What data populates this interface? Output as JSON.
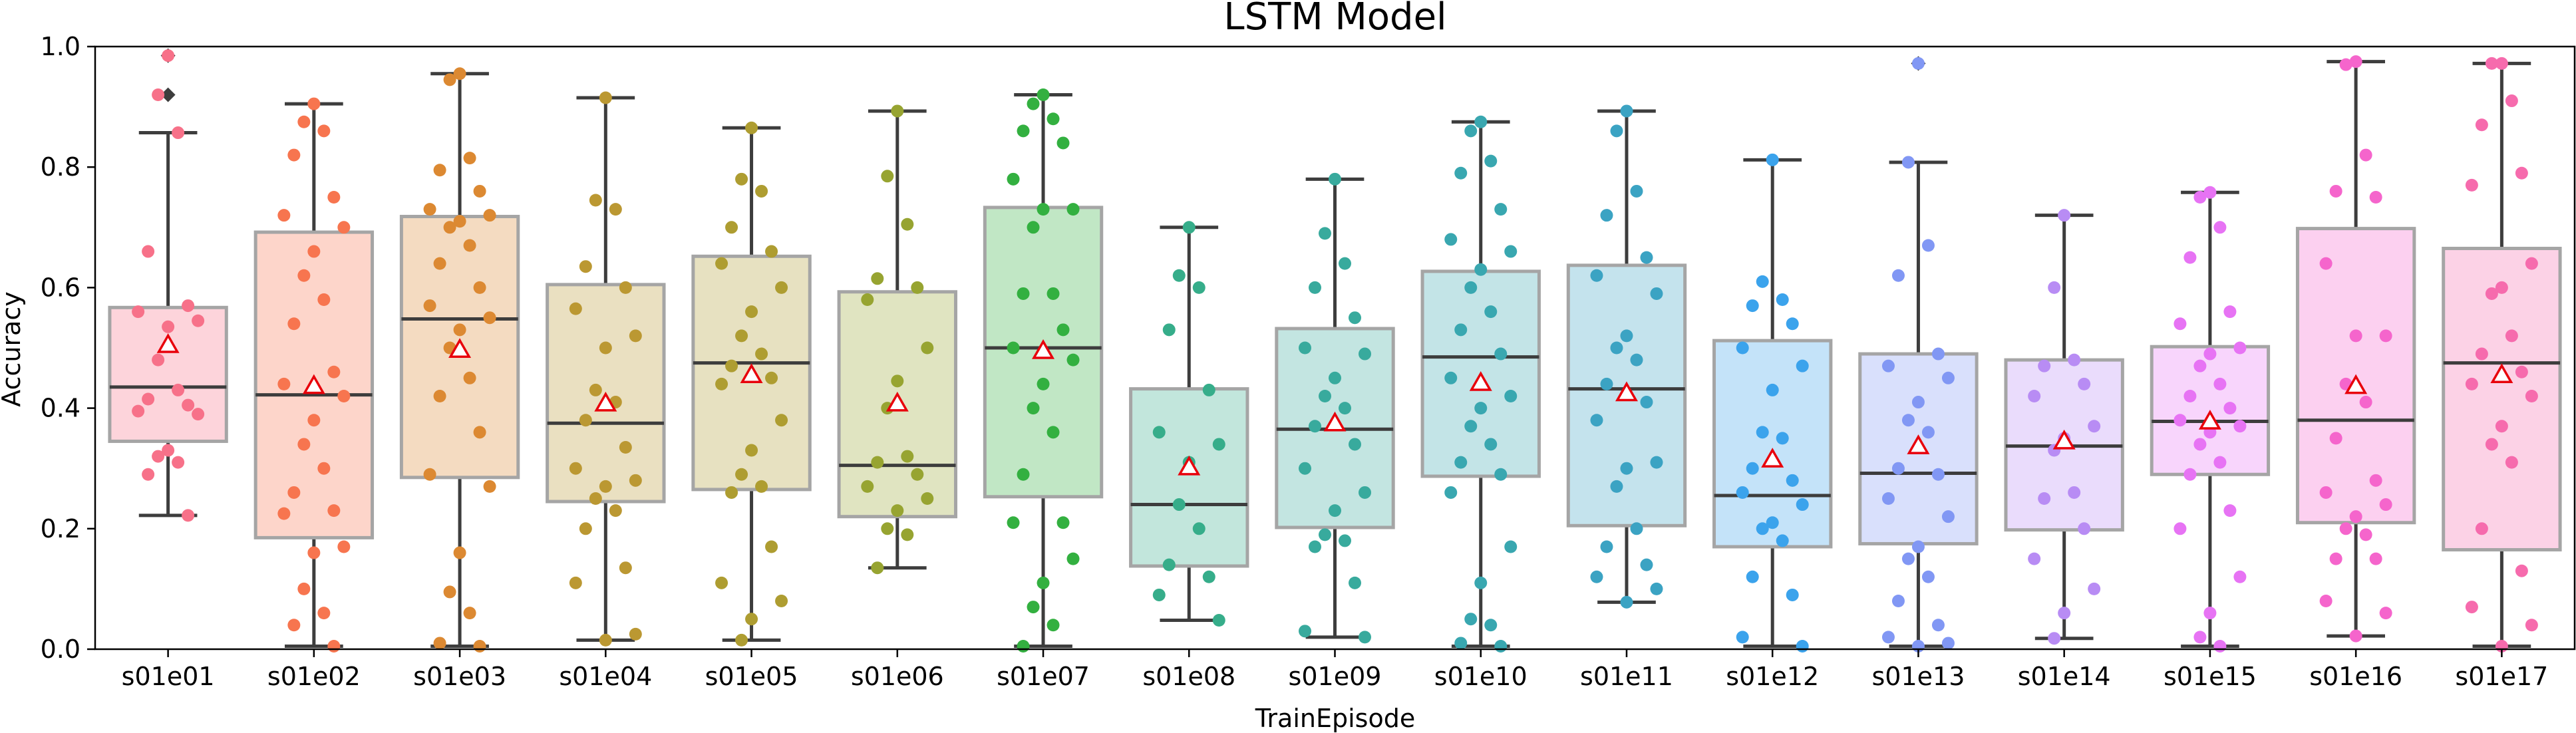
{
  "chart_data": {
    "type": "box",
    "title": "LSTM Model",
    "xlabel": "TrainEpisode",
    "ylabel": "Accuracy",
    "ylim": [
      0,
      1.0
    ],
    "yticks": [
      0.0,
      0.2,
      0.4,
      0.6,
      0.8,
      1.0
    ],
    "ytick_labels": [
      "0.0",
      "0.2",
      "0.4",
      "0.6",
      "0.8",
      "1.0"
    ],
    "grid": false,
    "categories": [
      "s01e01",
      "s01e02",
      "s01e03",
      "s01e04",
      "s01e05",
      "s01e06",
      "s01e07",
      "s01e08",
      "s01e09",
      "s01e10",
      "s01e11",
      "s01e12",
      "s01e13",
      "s01e14",
      "s01e15",
      "s01e16",
      "s01e17"
    ],
    "colors": [
      "#f77189",
      "#f7754f",
      "#dc8932",
      "#bb9832",
      "#ae9d31",
      "#97a431",
      "#33b040",
      "#36ad8a",
      "#38aa9d",
      "#39a7b0",
      "#3ba3c3",
      "#3ba3ec",
      "#8197f4",
      "#b88cf4",
      "#e773f4",
      "#f565cc",
      "#f66bad"
    ],
    "boxes": [
      {
        "q1": 0.345,
        "median": 0.435,
        "q3": 0.567,
        "whisker_low": 0.222,
        "whisker_high": 0.857,
        "mean": 0.505,
        "outliers": [
          0.985,
          0.92
        ],
        "points": [
          0.985,
          0.92,
          0.857,
          0.66,
          0.57,
          0.56,
          0.545,
          0.535,
          0.48,
          0.43,
          0.415,
          0.405,
          0.395,
          0.39,
          0.33,
          0.32,
          0.31,
          0.29,
          0.222
        ]
      },
      {
        "q1": 0.185,
        "median": 0.422,
        "q3": 0.692,
        "whisker_low": 0.005,
        "whisker_high": 0.905,
        "mean": 0.437,
        "outliers": [],
        "points": [
          0.905,
          0.875,
          0.86,
          0.82,
          0.75,
          0.72,
          0.7,
          0.66,
          0.62,
          0.58,
          0.54,
          0.46,
          0.44,
          0.42,
          0.38,
          0.34,
          0.3,
          0.26,
          0.23,
          0.225,
          0.17,
          0.16,
          0.1,
          0.06,
          0.04,
          0.005
        ]
      },
      {
        "q1": 0.285,
        "median": 0.548,
        "q3": 0.718,
        "whisker_low": 0.005,
        "whisker_high": 0.955,
        "mean": 0.497,
        "outliers": [],
        "points": [
          0.955,
          0.945,
          0.815,
          0.795,
          0.76,
          0.73,
          0.72,
          0.71,
          0.7,
          0.67,
          0.64,
          0.6,
          0.57,
          0.55,
          0.53,
          0.5,
          0.45,
          0.42,
          0.36,
          0.29,
          0.27,
          0.16,
          0.095,
          0.06,
          0.01,
          0.005
        ]
      },
      {
        "q1": 0.245,
        "median": 0.375,
        "q3": 0.605,
        "whisker_low": 0.015,
        "whisker_high": 0.915,
        "mean": 0.408,
        "outliers": [],
        "points": [
          0.915,
          0.745,
          0.73,
          0.635,
          0.6,
          0.565,
          0.52,
          0.5,
          0.43,
          0.41,
          0.38,
          0.335,
          0.3,
          0.28,
          0.27,
          0.25,
          0.23,
          0.2,
          0.135,
          0.11,
          0.025,
          0.015
        ]
      },
      {
        "q1": 0.265,
        "median": 0.475,
        "q3": 0.652,
        "whisker_low": 0.015,
        "whisker_high": 0.865,
        "mean": 0.455,
        "outliers": [],
        "points": [
          0.865,
          0.78,
          0.76,
          0.7,
          0.66,
          0.64,
          0.6,
          0.56,
          0.52,
          0.49,
          0.47,
          0.45,
          0.44,
          0.38,
          0.33,
          0.29,
          0.27,
          0.26,
          0.17,
          0.11,
          0.08,
          0.05,
          0.015
        ]
      },
      {
        "q1": 0.22,
        "median": 0.305,
        "q3": 0.593,
        "whisker_low": 0.135,
        "whisker_high": 0.893,
        "mean": 0.408,
        "outliers": [],
        "points": [
          0.893,
          0.785,
          0.705,
          0.615,
          0.6,
          0.58,
          0.5,
          0.445,
          0.4,
          0.32,
          0.31,
          0.29,
          0.27,
          0.25,
          0.23,
          0.2,
          0.19,
          0.135
        ]
      },
      {
        "q1": 0.253,
        "median": 0.5,
        "q3": 0.733,
        "whisker_low": 0.005,
        "whisker_high": 0.92,
        "mean": 0.495,
        "outliers": [],
        "points": [
          0.92,
          0.905,
          0.88,
          0.86,
          0.84,
          0.78,
          0.73,
          0.73,
          0.7,
          0.59,
          0.59,
          0.53,
          0.5,
          0.48,
          0.44,
          0.4,
          0.36,
          0.29,
          0.21,
          0.21,
          0.15,
          0.11,
          0.07,
          0.04,
          0.005
        ]
      },
      {
        "q1": 0.138,
        "median": 0.24,
        "q3": 0.432,
        "whisker_low": 0.048,
        "whisker_high": 0.7,
        "mean": 0.302,
        "outliers": [],
        "points": [
          0.7,
          0.62,
          0.6,
          0.53,
          0.43,
          0.36,
          0.34,
          0.31,
          0.24,
          0.2,
          0.14,
          0.12,
          0.09,
          0.048
        ]
      },
      {
        "q1": 0.202,
        "median": 0.365,
        "q3": 0.532,
        "whisker_low": 0.02,
        "whisker_high": 0.78,
        "mean": 0.375,
        "outliers": [],
        "points": [
          0.78,
          0.69,
          0.64,
          0.6,
          0.55,
          0.5,
          0.49,
          0.45,
          0.42,
          0.4,
          0.37,
          0.34,
          0.3,
          0.26,
          0.23,
          0.19,
          0.18,
          0.17,
          0.11,
          0.03,
          0.02
        ]
      },
      {
        "q1": 0.287,
        "median": 0.485,
        "q3": 0.627,
        "whisker_low": 0.005,
        "whisker_high": 0.875,
        "mean": 0.442,
        "outliers": [],
        "points": [
          0.875,
          0.86,
          0.81,
          0.79,
          0.73,
          0.68,
          0.66,
          0.63,
          0.6,
          0.56,
          0.53,
          0.49,
          0.45,
          0.42,
          0.4,
          0.37,
          0.34,
          0.31,
          0.29,
          0.26,
          0.17,
          0.11,
          0.05,
          0.04,
          0.01,
          0.005
        ]
      },
      {
        "q1": 0.205,
        "median": 0.432,
        "q3": 0.637,
        "whisker_low": 0.078,
        "whisker_high": 0.893,
        "mean": 0.425,
        "outliers": [],
        "points": [
          0.893,
          0.86,
          0.76,
          0.72,
          0.65,
          0.62,
          0.59,
          0.52,
          0.5,
          0.48,
          0.44,
          0.41,
          0.38,
          0.31,
          0.3,
          0.27,
          0.2,
          0.17,
          0.14,
          0.12,
          0.1,
          0.078
        ]
      },
      {
        "q1": 0.17,
        "median": 0.255,
        "q3": 0.512,
        "whisker_low": 0.005,
        "whisker_high": 0.812,
        "mean": 0.315,
        "outliers": [],
        "points": [
          0.812,
          0.61,
          0.58,
          0.57,
          0.54,
          0.5,
          0.47,
          0.43,
          0.36,
          0.35,
          0.3,
          0.28,
          0.26,
          0.24,
          0.21,
          0.2,
          0.18,
          0.12,
          0.09,
          0.02,
          0.005
        ]
      },
      {
        "q1": 0.175,
        "median": 0.292,
        "q3": 0.49,
        "whisker_low": 0.005,
        "whisker_high": 0.808,
        "mean": 0.337,
        "outliers": [
          0.972
        ],
        "points": [
          0.972,
          0.808,
          0.67,
          0.62,
          0.49,
          0.47,
          0.45,
          0.41,
          0.38,
          0.36,
          0.3,
          0.29,
          0.25,
          0.22,
          0.17,
          0.15,
          0.12,
          0.08,
          0.04,
          0.02,
          0.01,
          0.005
        ]
      },
      {
        "q1": 0.198,
        "median": 0.337,
        "q3": 0.48,
        "whisker_low": 0.018,
        "whisker_high": 0.72,
        "mean": 0.345,
        "outliers": [],
        "points": [
          0.72,
          0.6,
          0.48,
          0.47,
          0.44,
          0.42,
          0.37,
          0.35,
          0.33,
          0.26,
          0.25,
          0.2,
          0.15,
          0.1,
          0.06,
          0.018
        ]
      },
      {
        "q1": 0.29,
        "median": 0.378,
        "q3": 0.502,
        "whisker_low": 0.005,
        "whisker_high": 0.758,
        "mean": 0.378,
        "outliers": [],
        "points": [
          0.758,
          0.75,
          0.7,
          0.65,
          0.56,
          0.54,
          0.5,
          0.49,
          0.47,
          0.44,
          0.42,
          0.4,
          0.38,
          0.37,
          0.36,
          0.34,
          0.31,
          0.29,
          0.23,
          0.2,
          0.12,
          0.06,
          0.02,
          0.005
        ]
      },
      {
        "q1": 0.21,
        "median": 0.38,
        "q3": 0.698,
        "whisker_low": 0.022,
        "whisker_high": 0.975,
        "mean": 0.437,
        "outliers": [],
        "points": [
          0.975,
          0.97,
          0.82,
          0.76,
          0.75,
          0.64,
          0.52,
          0.52,
          0.44,
          0.41,
          0.35,
          0.28,
          0.26,
          0.24,
          0.22,
          0.2,
          0.19,
          0.15,
          0.15,
          0.08,
          0.06,
          0.022
        ]
      },
      {
        "q1": 0.165,
        "median": 0.475,
        "q3": 0.665,
        "whisker_low": 0.005,
        "whisker_high": 0.972,
        "mean": 0.455,
        "outliers": [],
        "points": [
          0.972,
          0.972,
          0.91,
          0.87,
          0.79,
          0.77,
          0.64,
          0.6,
          0.59,
          0.52,
          0.49,
          0.46,
          0.44,
          0.42,
          0.37,
          0.34,
          0.31,
          0.2,
          0.13,
          0.07,
          0.04,
          0.005
        ]
      }
    ]
  }
}
